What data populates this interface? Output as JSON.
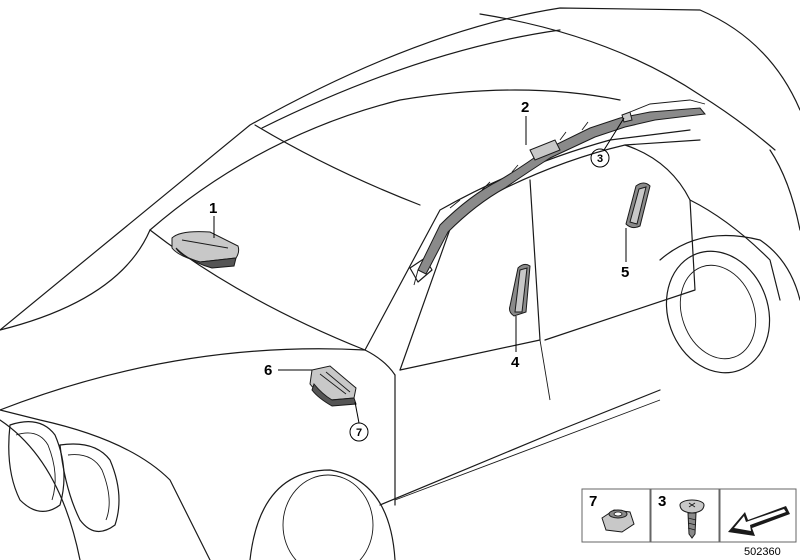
{
  "callouts": {
    "c1": "1",
    "c2": "2",
    "c3": "3",
    "c4": "4",
    "c5": "5",
    "c6": "6",
    "c7": "7"
  },
  "legend": {
    "item_7": "7",
    "item_3": "3"
  },
  "document_number": "502360"
}
